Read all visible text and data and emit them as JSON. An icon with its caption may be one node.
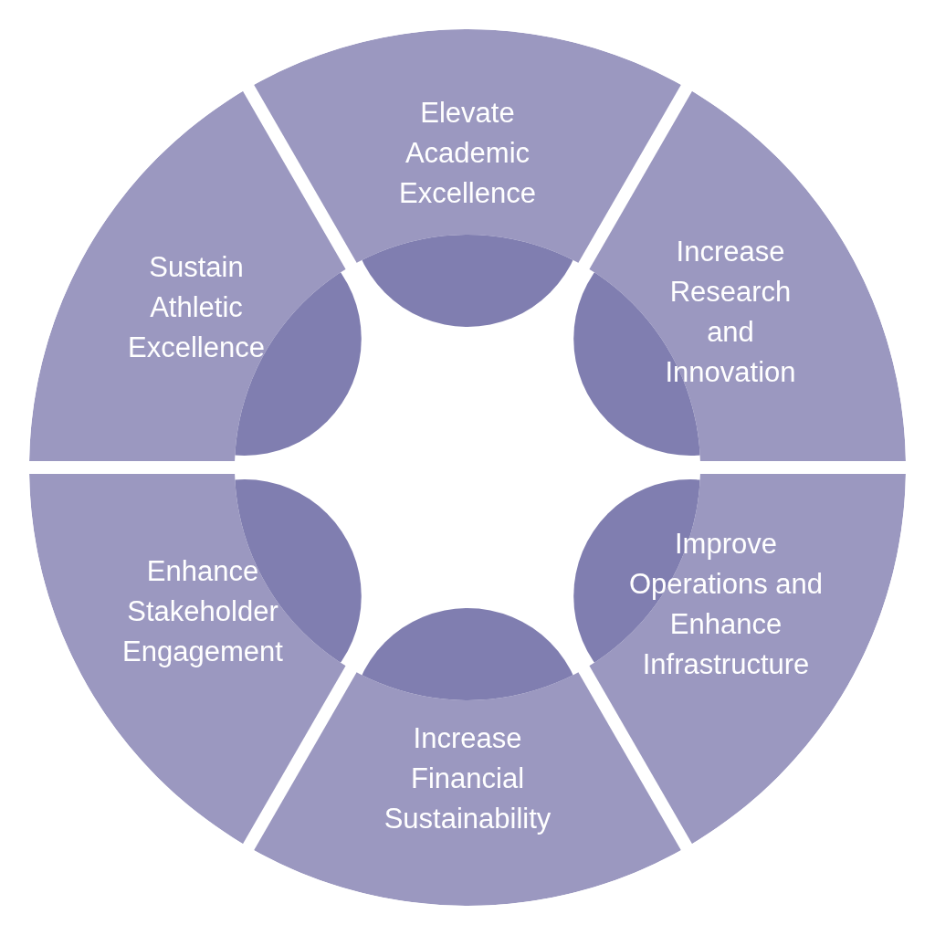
{
  "diagram": {
    "nodes": [
      {
        "text": [
          "Elevate Academic Excellence"
        ]
      },
      {
        "text": [
          "Sustain Athletic Excellence"
        ]
      },
      {
        "text": [
          "Increase Research and Innovation"
        ]
      },
      {
        "text": [
          "Enhance Stakeholder Engagement"
        ]
      },
      {
        "text": [
          "Improve Operations and Enhance Infrastructure"
        ]
      },
      {
        "text": [
          "Increase Financial Sustainability"
        ]
      }
    ]
  }
}
